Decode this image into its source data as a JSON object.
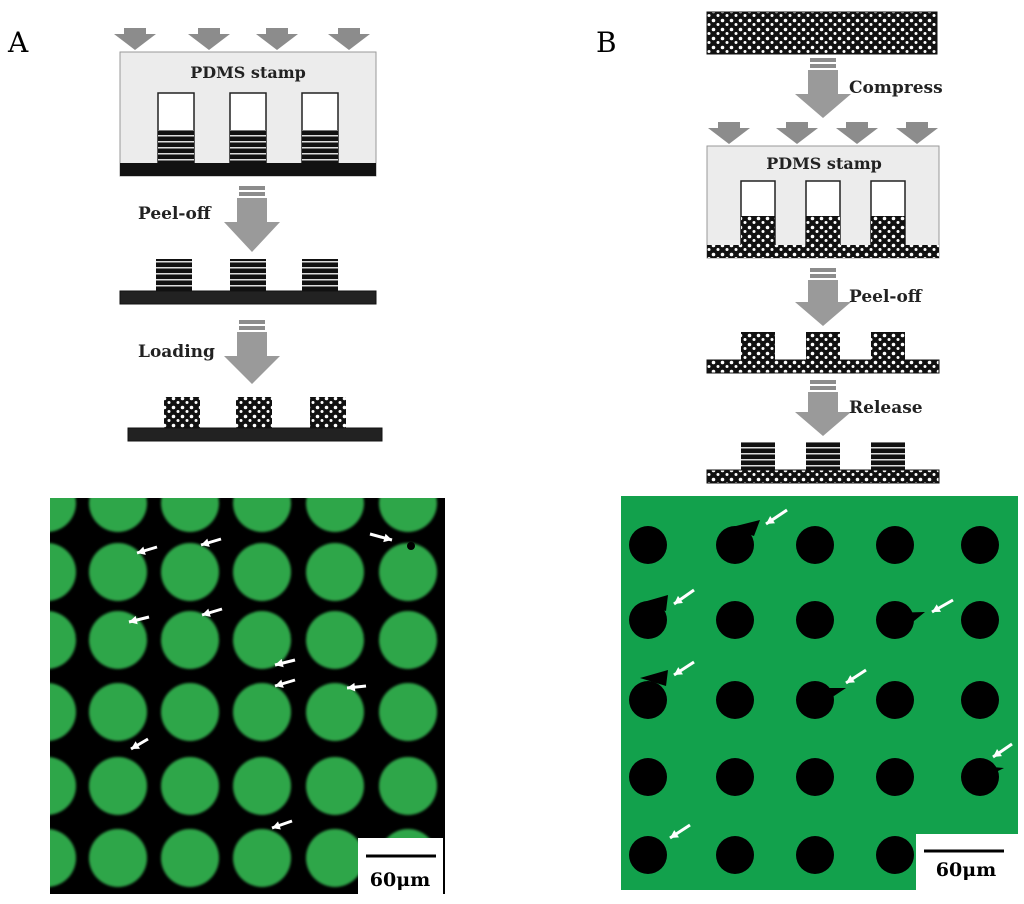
{
  "panels": {
    "a": {
      "letter": "A",
      "stamp_label": "PDMS stamp",
      "step_peel": "Peel-off",
      "step_loading": "Loading",
      "scale_bar": "60μm",
      "micrograph": {
        "background": "#000000",
        "feature_color": "#2fa64a"
      }
    },
    "b": {
      "letter": "B",
      "stamp_label": "PDMS stamp",
      "step_compress": "Compress",
      "step_peel": "Peel-off",
      "step_release": "Release",
      "scale_bar": "60μm",
      "micrograph": {
        "background": "#12a14c",
        "feature_color": "#000000"
      }
    }
  },
  "icons": [
    "press-arrow-icon",
    "process-arrow-icon",
    "pointer-arrow-icon"
  ],
  "colors": {
    "stamp": "#ececec",
    "arrow": "#8c8c8c",
    "dark": "#111111"
  }
}
